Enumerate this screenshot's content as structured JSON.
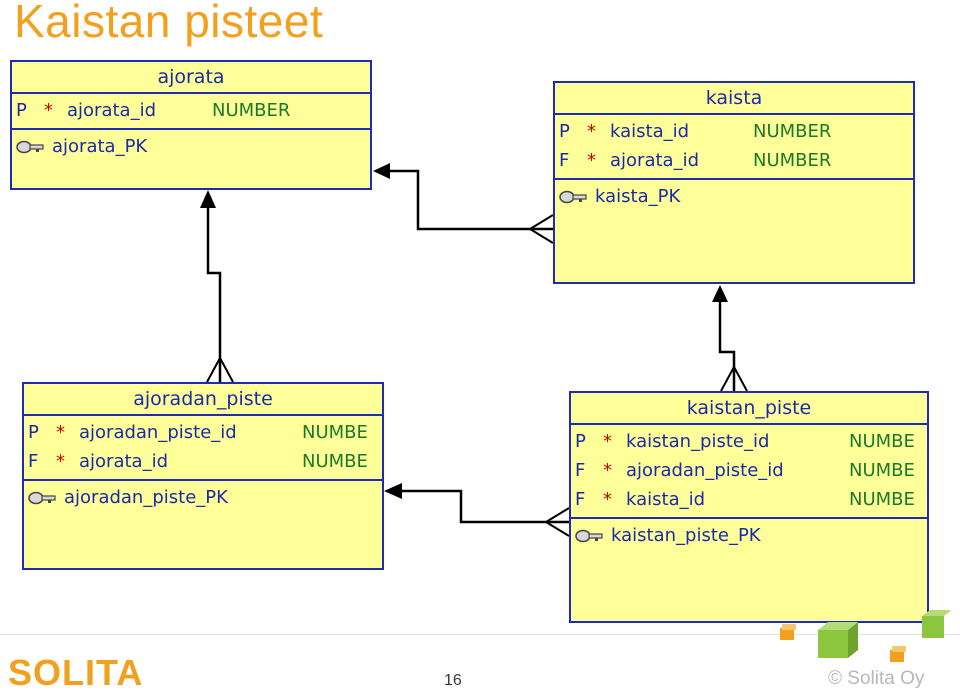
{
  "title": "Kaistan pisteet",
  "entities": {
    "ajorata": {
      "name": "ajorata",
      "columns": [
        {
          "kind": "P",
          "star": "*",
          "name": "ajorata_id",
          "type": "NUMBER"
        }
      ],
      "key": "ajorata_PK"
    },
    "kaista": {
      "name": "kaista",
      "columns": [
        {
          "kind": "P",
          "star": "*",
          "name": "kaista_id",
          "type": "NUMBER"
        },
        {
          "kind": "F",
          "star": "*",
          "name": "ajorata_id",
          "type": "NUMBER"
        }
      ],
      "key": "kaista_PK"
    },
    "ajoradan_piste": {
      "name": "ajoradan_piste",
      "columns": [
        {
          "kind": "P",
          "star": "*",
          "name": "ajoradan_piste_id",
          "type": "NUMBE"
        },
        {
          "kind": "F",
          "star": "*",
          "name": "ajorata_id",
          "type": "NUMBE"
        }
      ],
      "key": "ajoradan_piste_PK"
    },
    "kaistan_piste": {
      "name": "kaistan_piste",
      "columns": [
        {
          "kind": "P",
          "star": "*",
          "name": "kaistan_piste_id",
          "type": "NUMBE"
        },
        {
          "kind": "F",
          "star": "*",
          "name": "ajoradan_piste_id",
          "type": "NUMBE"
        },
        {
          "kind": "F",
          "star": "*",
          "name": "kaista_id",
          "type": "NUMBE"
        }
      ],
      "key": "kaistan_piste_PK"
    }
  },
  "relationships": [
    {
      "from": "kaista",
      "to": "ajorata",
      "cardinality": "many-to-one"
    },
    {
      "from": "ajoradan_piste",
      "to": "ajorata",
      "cardinality": "many-to-one"
    },
    {
      "from": "kaistan_piste",
      "to": "kaista",
      "cardinality": "many-to-one"
    },
    {
      "from": "kaistan_piste",
      "to": "ajoradan_piste",
      "cardinality": "many-to-one"
    }
  ],
  "footer": {
    "logo": "SOLITA",
    "page_number": "16",
    "copyright": "© Solita Oy"
  },
  "colors": {
    "title": "#f2a01e",
    "entity_fill": "#ffff99",
    "entity_border": "#1f2bb3",
    "column_type": "#1a7a2a",
    "mandatory_star": "#cc0000",
    "logo": "#f2a01e"
  },
  "icons": {
    "key": "key-icon",
    "fk_arrow": "arrowhead-icon",
    "crowfoot": "crowfoot-icon"
  }
}
